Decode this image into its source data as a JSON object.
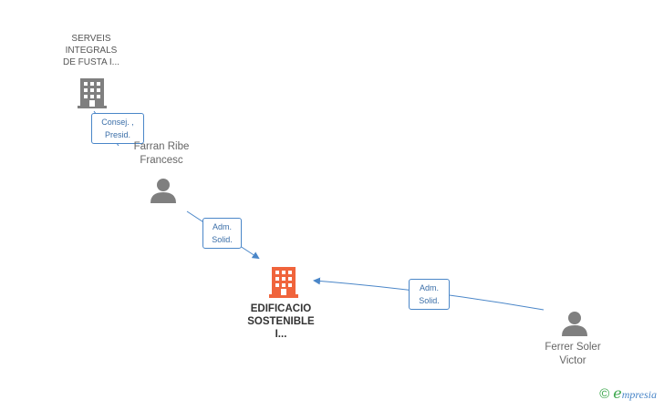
{
  "nodes": {
    "company_top": {
      "label": "SERVEIS\nINTEGRALS\nDE FUSTA I..."
    },
    "person_farran": {
      "label": "Farran Ribe\nFrancesc"
    },
    "company_main": {
      "label": "EDIFICACIO\nSOSTENIBLE\nI..."
    },
    "person_ferrer": {
      "label": "Ferrer Soler\nVictor"
    }
  },
  "roles": {
    "consej_presid": "Consej. ,\nPresid.",
    "adm_solid_1": "Adm.\nSolid.",
    "adm_solid_2": "Adm.\nSolid."
  },
  "footer": {
    "copyright": "©",
    "brand_initial": "e",
    "brand_rest": "mpresia"
  },
  "colors": {
    "main_company": "#f0643c",
    "company": "#7f7f7f",
    "person": "#7f7f7f",
    "edge": "#4a86c8"
  }
}
